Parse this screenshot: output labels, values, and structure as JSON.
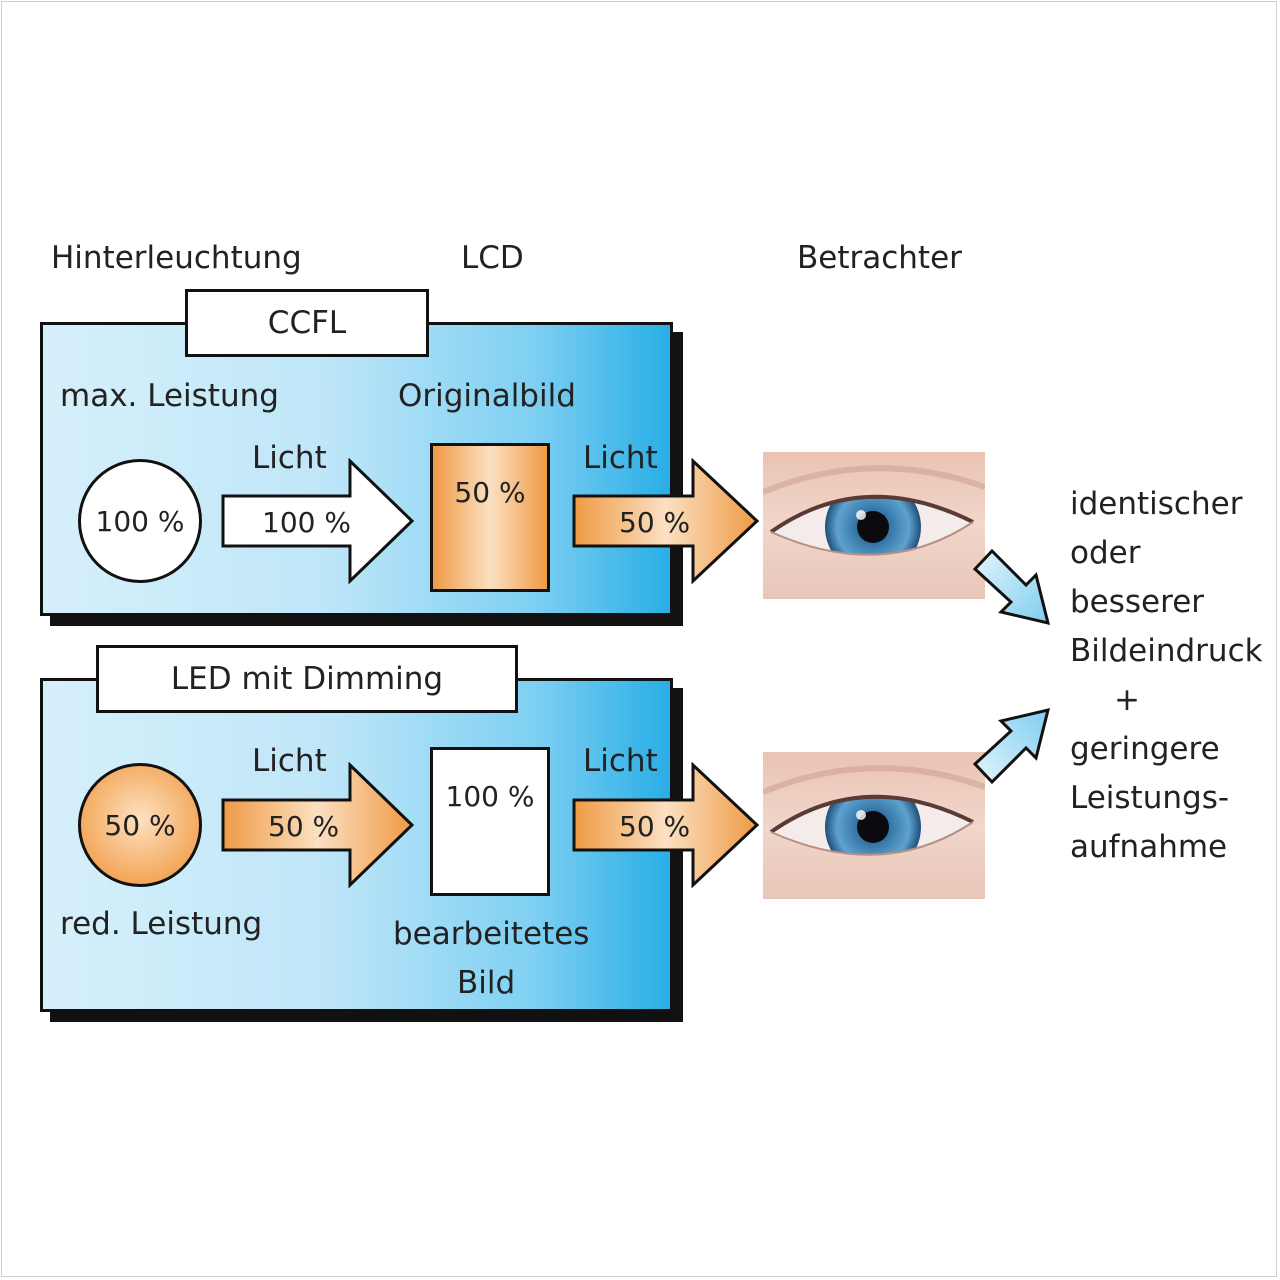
{
  "headers": {
    "backlight": "Hinterleuchtung",
    "lcd": "LCD",
    "viewer": "Betrachter"
  },
  "top": {
    "tag": "CCFL",
    "power_label": "max. Leistung",
    "image_label": "Originalbild",
    "source_value": "100 %",
    "light_in_label": "Licht",
    "light_in_value": "100 %",
    "lcd_value": "50 %",
    "light_out_label": "Licht",
    "light_out_value": "50 %"
  },
  "bottom": {
    "tag": "LED mit Dimming",
    "power_label": "red. Leistung",
    "image_label_1": "bearbeitetes",
    "image_label_2": "Bild",
    "source_value": "50 %",
    "light_in_label": "Licht",
    "light_in_value": "50 %",
    "lcd_value": "100 %",
    "light_out_label": "Licht",
    "light_out_value": "50 %"
  },
  "result": {
    "lines": [
      "identischer",
      "oder",
      "besserer",
      "Bildeindruck",
      "+",
      "geringere",
      "Leistungs-",
      "aufnahme"
    ]
  },
  "colors": {
    "orange": "#f0a04e",
    "blue_dark": "#29aee6",
    "blue_light": "#d6f0fb",
    "arrow_blue": "#a9dcf3"
  },
  "icons": {
    "viewer": "eye-icon",
    "result_arrows": "diagonal-arrow-icon"
  }
}
